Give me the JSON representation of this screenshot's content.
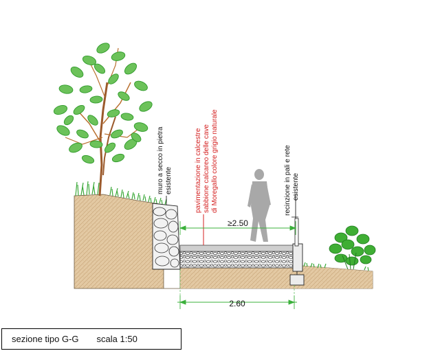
{
  "labels": {
    "wall": [
      "muro a secco in pietra",
      "esistente"
    ],
    "paving": [
      "pavimentazione in calcestre",
      "sabbione calcareo delle cave",
      "di Moregallo colore grigio naturale"
    ],
    "fence": [
      "recinzione in pali e rete",
      "esistente"
    ]
  },
  "dimensions": {
    "path_width": "≥2.50",
    "overall_width": "2.60"
  },
  "title_block": {
    "section": "sezione tipo  G-G",
    "scale": "scala 1:50"
  },
  "colors": {
    "soil": "#e3c9a3",
    "foliage": "#2f9a2a",
    "grass": "#3aa838",
    "dimension": "#3bb03b",
    "paving_label": "#d42020",
    "figure": "#a8a8a8",
    "pavement": "#cfcfcf"
  }
}
